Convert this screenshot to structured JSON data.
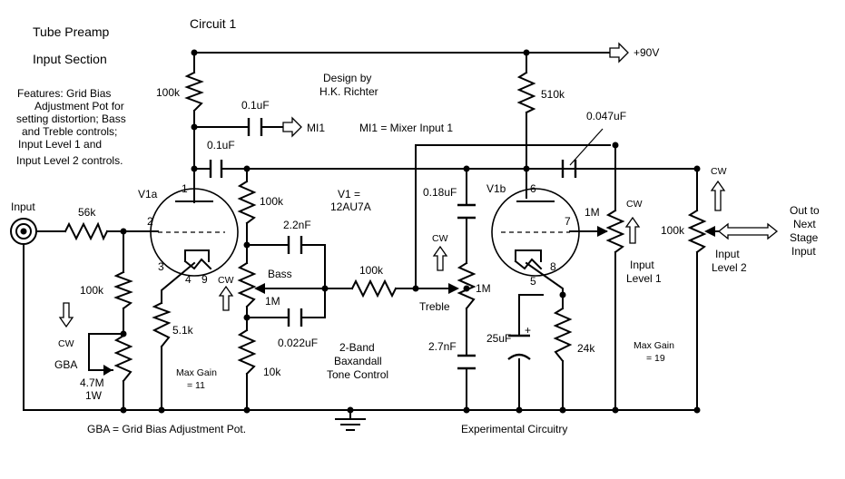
{
  "header": {
    "circuit": "Circuit 1",
    "title_line1": "Tube Preamp",
    "title_line2": "Input Section",
    "design_line1": "Design by",
    "design_line2": "H.K. Richter"
  },
  "features": [
    "Features:  Grid Bias",
    "Adjustment Pot for",
    "setting distortion; Bass",
    "and Treble controls;",
    "Input Level 1 and",
    "Input Level 2 controls."
  ],
  "supply": "+90V",
  "tube": {
    "line1": "V1 =",
    "line2": "12AU7A",
    "v1a": "V1a",
    "v1b": "V1b"
  },
  "pins": {
    "p1": "1",
    "p2": "2",
    "p3": "3",
    "p4": "4",
    "p9": "9",
    "p5": "5",
    "p6": "6",
    "p7": "7",
    "p8": "8"
  },
  "components": {
    "r_100k_plate": "100k",
    "c_01_mixer": "0.1uF",
    "mixer_out": "MI1",
    "mixer_note": "MI1 = Mixer Input 1",
    "c_01_coupling": "0.1uF",
    "r_56k": "56k",
    "r_100k_bias": "100k",
    "gba": "GBA",
    "pot_gba_1": "4.7M",
    "pot_gba_2": "1W",
    "r_51k": "5.1k",
    "r_100k_tone": "100k",
    "c_22n": "2.2nF",
    "bass": "Bass",
    "bass_pot": "1M",
    "c_022": "0.022uF",
    "r_10k": "10k",
    "r_100k_series": "100k",
    "c_018": "0.18uF",
    "treble": "Treble",
    "treble_pot": "1M",
    "c_27n": "2.7nF",
    "r_510k": "510k",
    "c_0047": "0.047uF",
    "level1_pot": "1M",
    "level2_pot": "100k",
    "c_25u": "25uF",
    "c_25u_plus": "+",
    "r_24k": "24k"
  },
  "cw": {
    "label": "CW"
  },
  "labels": {
    "input": "Input",
    "output_line1": "Out to",
    "output_line2": "Next",
    "output_line3": "Stage",
    "output_line4": "Input",
    "level1_line1": "Input",
    "level1_line2": "Level 1",
    "level2_line1": "Input",
    "level2_line2": "Level 2",
    "tone_line1": "2-Band",
    "tone_line2": "Baxandall",
    "tone_line3": "Tone Control",
    "maxgain1_line1": "Max Gain",
    "maxgain1_line2": "= 11",
    "maxgain2_line1": "Max Gain",
    "maxgain2_line2": "= 19",
    "gba_note": "GBA = Grid Bias Adjustment Pot.",
    "experimental": "Experimental Circuitry"
  }
}
